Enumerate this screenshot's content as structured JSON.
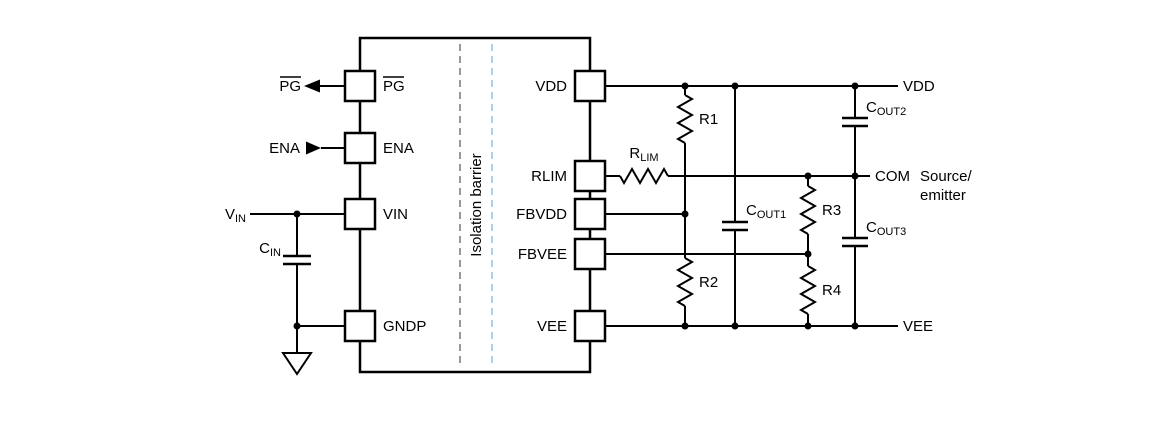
{
  "colors": {
    "wire": "#000000",
    "isolation_text": "#C00000",
    "barrier_line_left": "#7F7F7F",
    "barrier_line_right": "#9DC3E6"
  },
  "ic": {
    "isolation_label": "Isolation barrier",
    "pins": {
      "pg": "PG",
      "ena": "ENA",
      "vin": "VIN",
      "gndp": "GNDP",
      "vdd": "VDD",
      "rlim": "RLIM",
      "fbvdd": "FBVDD",
      "fbvee": "FBVEE",
      "vee": "VEE"
    }
  },
  "external": {
    "pg_signal": "PG",
    "ena_signal": "ENA",
    "vin": {
      "main": "V",
      "sub": "IN"
    },
    "cin": {
      "main": "C",
      "sub": "IN"
    },
    "rlim": {
      "main": "R",
      "sub": "LIM"
    },
    "r1": "R1",
    "r2": "R2",
    "r3": "R3",
    "r4": "R4",
    "cout1": {
      "main": "C",
      "sub": "OUT1"
    },
    "cout2": {
      "main": "C",
      "sub": "OUT2"
    },
    "cout3": {
      "main": "C",
      "sub": "OUT3"
    },
    "vdd_rail": "VDD",
    "vee_rail": "VEE",
    "com_rail": "COM",
    "load_line1": "Source/",
    "load_line2": "emitter"
  }
}
